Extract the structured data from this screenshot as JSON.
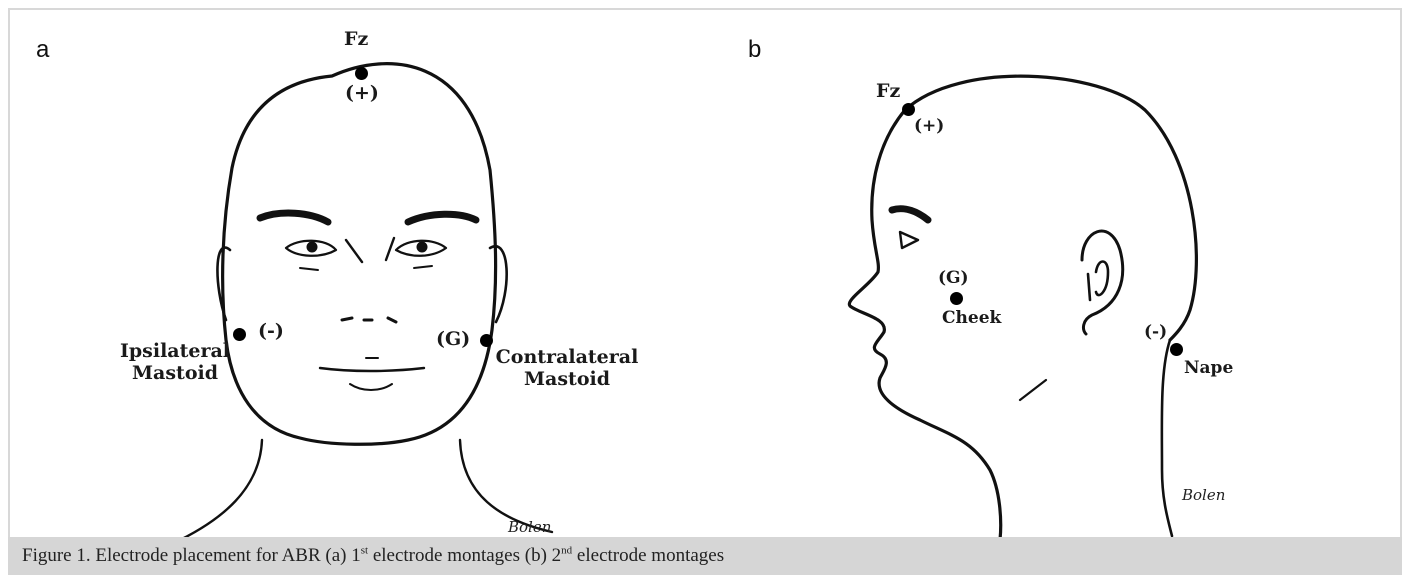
{
  "figure": {
    "panel_a": {
      "letter": "a",
      "labels": {
        "fz": "Fz",
        "fz_polarity": "(+)",
        "ipsi_polarity": "(-)",
        "ipsi_line1": "Ipsilateral",
        "ipsi_line2": "Mastoid",
        "contra_polarity": "(G)",
        "contra_line1": "Contralateral",
        "contra_line2": "Mastoid"
      },
      "signature": "Bolen"
    },
    "panel_b": {
      "letter": "b",
      "labels": {
        "fz": "Fz",
        "fz_polarity": "(+)",
        "cheek_polarity": "(G)",
        "cheek": "Cheek",
        "nape_polarity": "(-)",
        "nape": "Nape"
      },
      "signature": "Bolen"
    },
    "caption": {
      "prefix": "Figure 1. Electrode placement for ABR (a) 1",
      "sup1": "st",
      "middle": " electrode montages (b) 2",
      "sup2": "nd",
      "suffix": " electrode montages"
    }
  }
}
